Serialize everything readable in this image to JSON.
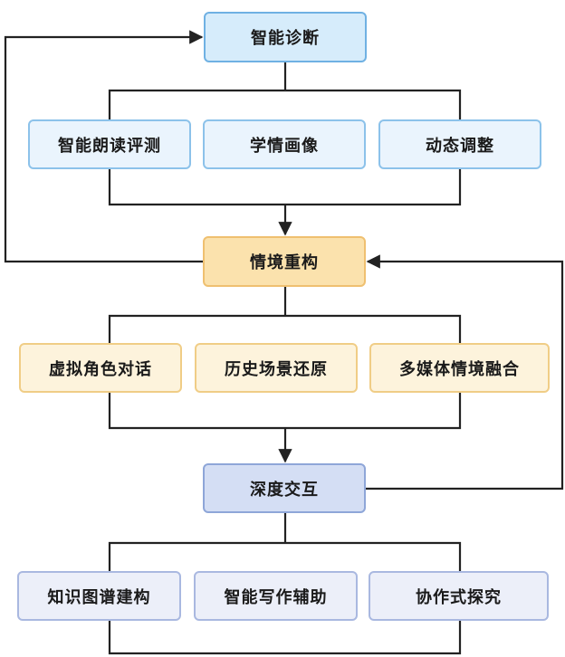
{
  "diagram": {
    "stages": [
      {
        "title": "智能诊断",
        "items": [
          "智能朗读评测",
          "学情画像",
          "动态调整"
        ]
      },
      {
        "title": "情境重构",
        "items": [
          "虚拟角色对话",
          "历史场景还原",
          "多媒体情境融合"
        ]
      },
      {
        "title": "深度交互",
        "items": [
          "知识图谱建构",
          "智能写作辅助",
          "协作式探究"
        ]
      }
    ],
    "colors": {
      "line": "#222222",
      "stage1": "#d6ecfb",
      "stage2": "#fbe2ad",
      "stage3": "#d4def4"
    }
  }
}
